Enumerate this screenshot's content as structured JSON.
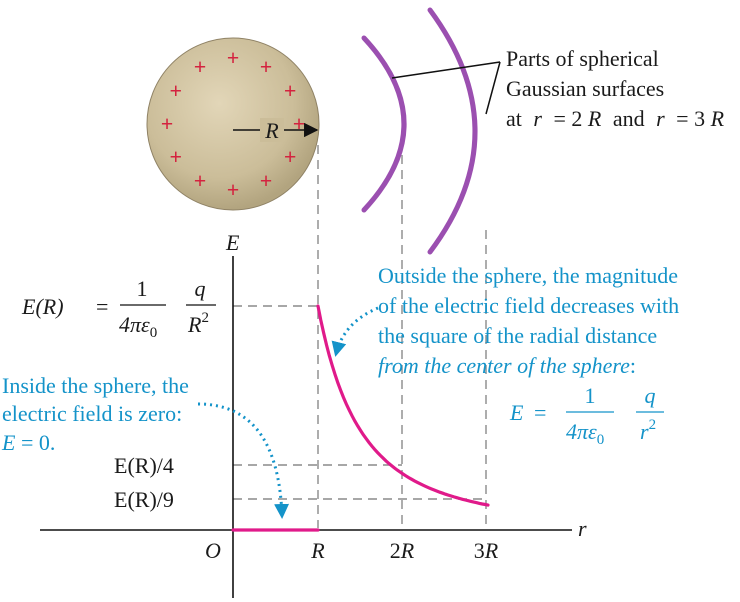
{
  "sphere": {
    "radius_label": "R",
    "charge_symbol": "+",
    "fill_color": "#cbbd99",
    "charge_color": "#d4233f"
  },
  "gaussian_callout": {
    "line1": "Parts of spherical",
    "line2": "Gaussian surfaces",
    "line3_prefix": "at",
    "line3_r1": "r",
    "line3_eq1": "= 2",
    "line3_R1": "R",
    "line3_and": "and",
    "line3_r2": "r",
    "line3_eq2": "= 3",
    "line3_R2": "R",
    "surface_color": "#9b4fb0"
  },
  "axes": {
    "y_label": "E",
    "x_label": "r",
    "origin": "O",
    "x_ticks": [
      {
        "num": "",
        "sym": "R"
      },
      {
        "num": "2",
        "sym": "R"
      },
      {
        "num": "3",
        "sym": "R"
      }
    ]
  },
  "y_markers": {
    "er_full_left": "E(R)",
    "er_full_eq": "=",
    "er_full_num": "1",
    "er_full_den": "4πε",
    "er_full_den_sub": "0",
    "er_full_q": "q",
    "er_full_R2": "R",
    "er_full_R2_exp": "2",
    "er_quarter": "E(R)/4",
    "er_ninth": "E(R)/9"
  },
  "inside_note": {
    "line1": "Inside the sphere, the",
    "line2": "electric field is zero:",
    "line3_E": "E",
    "line3_rest": " = 0."
  },
  "outside_note": {
    "line1": "Outside the sphere, the magnitude",
    "line2": "of the electric field decreases with",
    "line3": "the square of the radial distance",
    "line4": "from the center of the sphere",
    "line4_colon": ":",
    "formula_E": "E",
    "formula_eq": "=",
    "formula_num": "1",
    "formula_den": "4πε",
    "formula_den_sub": "0",
    "formula_q": "q",
    "formula_r": "r",
    "formula_r_exp": "2"
  },
  "curve_color": "#e01a8a",
  "annotation_color": "#1493c9",
  "chart_data": {
    "type": "line",
    "x_unit": "R",
    "y_unit": "E(R)",
    "series": [
      {
        "x": [
          0,
          1
        ],
        "y": [
          0,
          0
        ]
      },
      {
        "x": [
          1,
          1.25,
          1.5,
          1.75,
          2,
          2.25,
          2.5,
          2.75,
          3
        ],
        "y": [
          1,
          0.64,
          0.4444,
          0.3265,
          0.25,
          0.1975,
          0.16,
          0.1322,
          0.1111
        ]
      }
    ]
  }
}
